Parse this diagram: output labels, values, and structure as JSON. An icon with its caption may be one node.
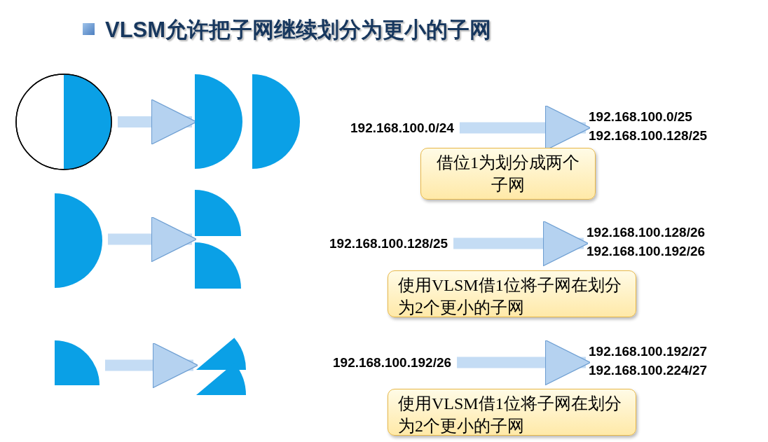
{
  "diagram": {
    "title": "VLSM允许把子网继续划分为更小的子网",
    "nodes": [
      {
        "text": [],
        "shape": "circle"
      },
      {
        "text": [],
        "shape": "semicircle"
      },
      {
        "text": [],
        "shape": "semicircle"
      },
      {
        "text": [],
        "shape": "semicircle"
      },
      {
        "text": [],
        "shape": "quadrant"
      },
      {
        "text": [],
        "shape": "quadrant"
      },
      {
        "text": [],
        "shape": "quadrant"
      },
      {
        "text": [],
        "shape": "sector"
      },
      {
        "text": [],
        "shape": "sector"
      },
      {
        "text": [
          "192.168.100.0/24"
        ]
      },
      {
        "text": [
          "192.168.100.0/25",
          "192.168.100.128/25"
        ]
      },
      {
        "text": [
          "借位1为划分成两个子网"
        ]
      },
      {
        "text": [
          "192.168.100.128/25"
        ]
      },
      {
        "text": [
          "192.168.100.128/26",
          "192.168.100.192/26"
        ]
      },
      {
        "text": [
          "使用VLSM借1位将子网在划分为2个更小的子网"
        ]
      },
      {
        "text": [
          "192.168.100.192/26"
        ]
      },
      {
        "text": [
          "192.168.100.192/27",
          "192.168.100.224/27"
        ]
      },
      {
        "text": [
          "使用VLSM借1位将子网在划分为2个更小的子网"
        ]
      }
    ],
    "edges": [
      {
        "from": 0,
        "to": 1,
        "arrow": "to"
      },
      {
        "from": 3,
        "to": 4,
        "arrow": "to"
      },
      {
        "from": 3,
        "to": 5,
        "arrow": "to"
      },
      {
        "from": 6,
        "to": 7,
        "arrow": "to"
      },
      {
        "from": 6,
        "to": 8,
        "arrow": "to"
      },
      {
        "from": 9,
        "to": 10,
        "arrow": "to"
      },
      {
        "from": 12,
        "to": 13,
        "arrow": "to"
      },
      {
        "from": 15,
        "to": 16,
        "arrow": "to"
      }
    ]
  }
}
